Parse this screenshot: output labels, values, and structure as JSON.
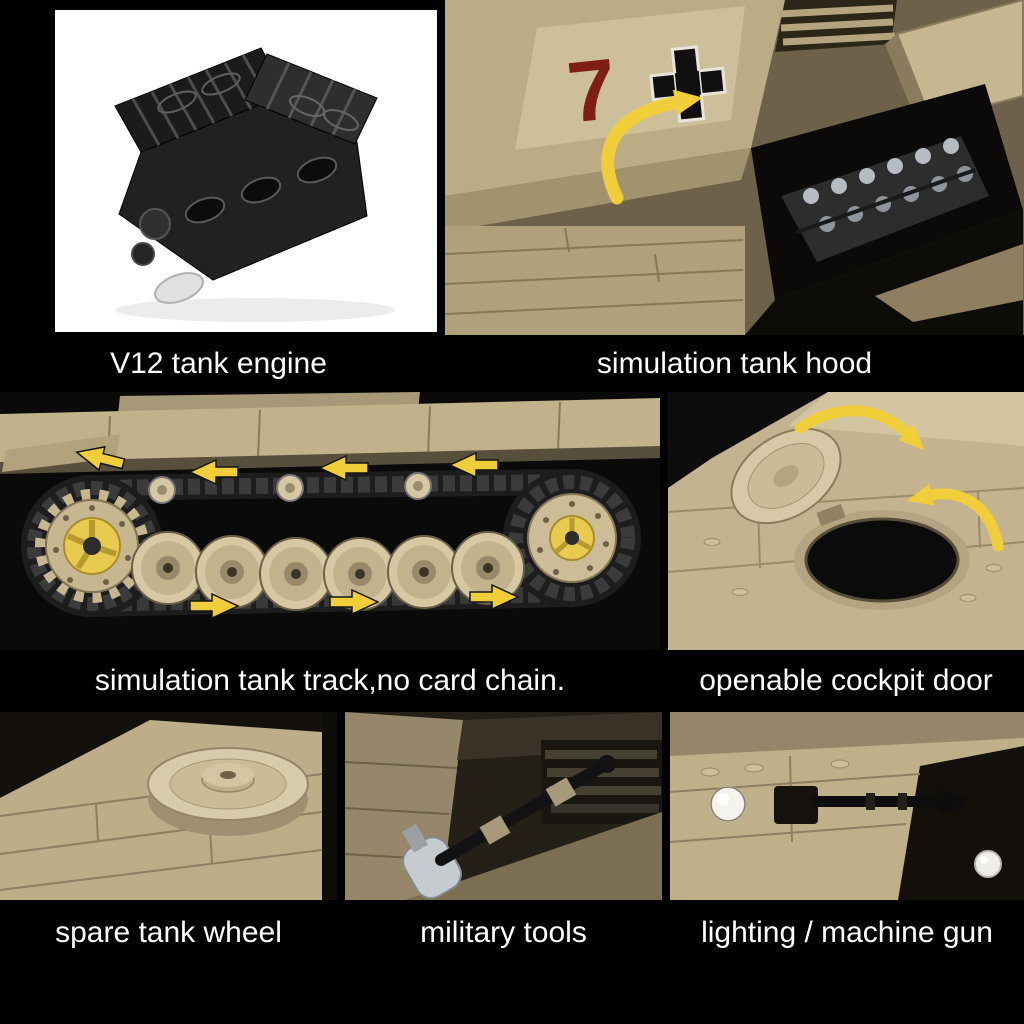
{
  "meta": {
    "description": "Building-block tank model feature collage"
  },
  "colors": {
    "background": "#000000",
    "caption_text": "#ffffff",
    "brick_tan": "#c6b790",
    "brick_tan_dark": "#96876a",
    "arrow_yellow": "#f0ce3a",
    "engine_panel_bg": "#ffffff",
    "marking_red": "#7e1e14"
  },
  "panels": {
    "engine": {
      "caption": "V12 tank engine"
    },
    "hood": {
      "caption": "simulation tank hood",
      "marking_number": "7"
    },
    "track": {
      "caption": "simulation tank track,no card chain."
    },
    "cockpit": {
      "caption": "openable cockpit door"
    },
    "wheel": {
      "caption": "spare tank wheel"
    },
    "tools": {
      "caption": "military tools"
    },
    "gun": {
      "caption": "lighting / machine gun"
    }
  }
}
